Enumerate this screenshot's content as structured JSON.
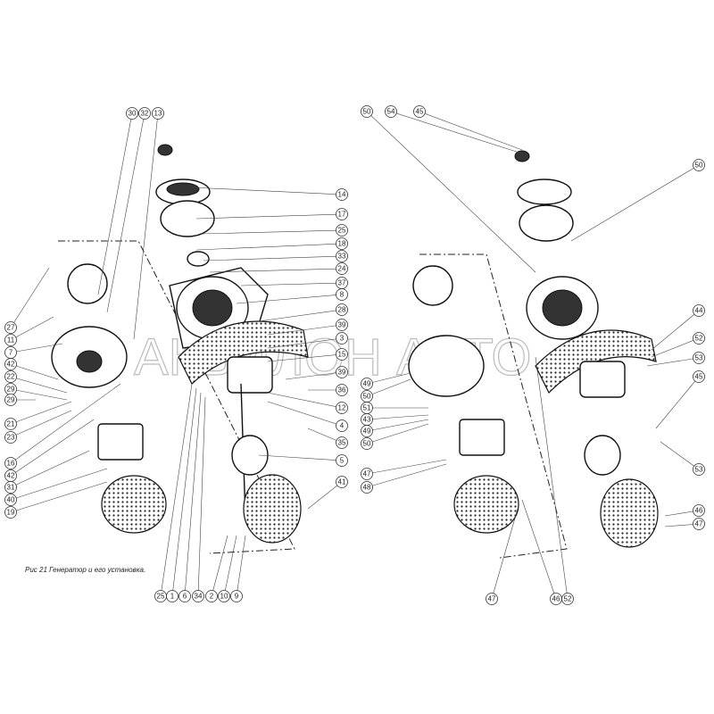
{
  "caption": "Рис  21 Генератор и его установка.",
  "watermark": "АКВИЛОН АВТО",
  "left_assembly": {
    "top_callouts": [
      "30",
      "32",
      "13"
    ],
    "right_callouts": [
      "14",
      "17",
      "25",
      "18",
      "33",
      "24",
      "37",
      "8",
      "28",
      "39",
      "3",
      "15",
      "39",
      "36",
      "12",
      "4",
      "35",
      "5",
      "41"
    ],
    "left_callouts": [
      "27",
      "11",
      "7",
      "42",
      "22",
      "29",
      "29",
      "21",
      "23",
      "16",
      "42",
      "31",
      "40",
      "19"
    ],
    "bottom_callouts": [
      "25",
      "1",
      "6",
      "34",
      "2",
      "10",
      "9"
    ]
  },
  "right_assembly": {
    "top_callouts": [
      "50",
      "54",
      "45"
    ],
    "right_callouts": [
      "50",
      "44",
      "52",
      "53",
      "45",
      "53",
      "46",
      "47"
    ],
    "left_callouts": [
      "49",
      "50",
      "51",
      "43",
      "49",
      "50",
      "47",
      "48"
    ],
    "bottom_callouts": [
      "47",
      "46",
      "52"
    ]
  }
}
